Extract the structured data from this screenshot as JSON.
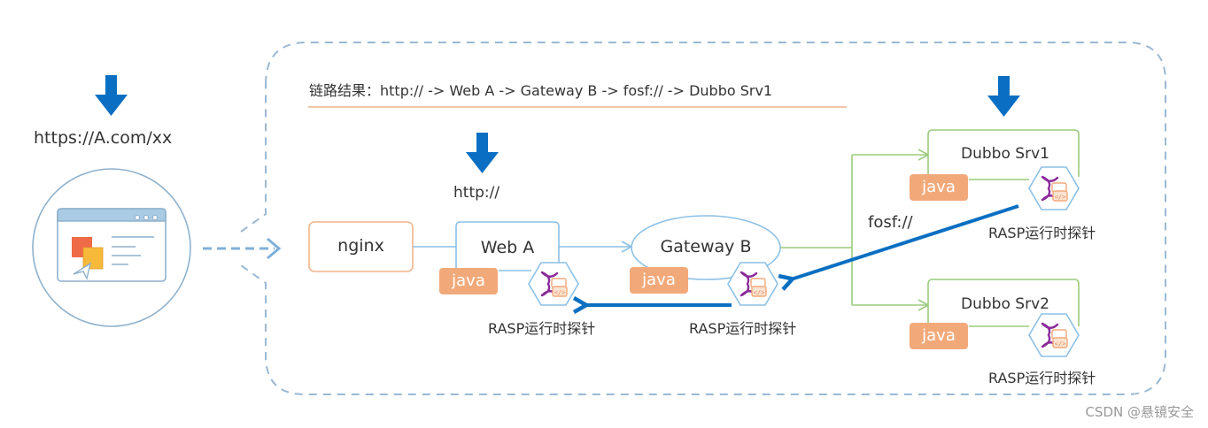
{
  "client": {
    "url": "https://A.com/xx",
    "icon": "browser-window-icon"
  },
  "chain_result": {
    "label": "链路结果：http://  ->  Web A  ->  Gateway B  ->  fosf://  ->  Dubbo Srv1"
  },
  "entry_protocol": "http://",
  "nodes": {
    "nginx": "nginx",
    "web_a": "Web A",
    "gateway_b": "Gateway B",
    "dubbo_srv1": "Dubbo Srv1",
    "dubbo_srv2": "Dubbo Srv2"
  },
  "runtime_tag": "java",
  "probe_label": "RASP运行时探针",
  "rpc_protocol": "fosf://",
  "watermark": "CSDN @悬镜安全",
  "colors": {
    "arrow_blue": "#0a6fc2",
    "node_blue": "#8cc0e6",
    "node_orange": "#f2b48a",
    "node_green": "#9acb7c",
    "java_bg": "#f2a97a",
    "dashed_border": "#9bb8d3",
    "underline": "#f3c7a6"
  }
}
